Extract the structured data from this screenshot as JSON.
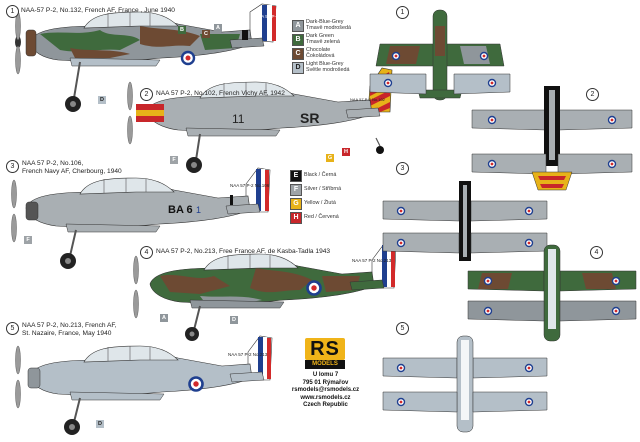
{
  "profiles": [
    {
      "number": "1",
      "caption_lines": [
        "NAA-57 P-2, No.132, French AF, France , June 1940"
      ]
    },
    {
      "number": "2",
      "caption_lines": [
        "NAA 57 P-2, No.102, French Vichy AF, 1942"
      ]
    },
    {
      "number": "3",
      "caption_lines": [
        "NAA 57 P-2, No.106,",
        "French Navy AF, Cherbourg, 1940"
      ]
    },
    {
      "number": "4",
      "caption_lines": [
        "NAA 57 P-2, No.213, Free France AF, de Kasba-Tadla 1943"
      ]
    },
    {
      "number": "5",
      "caption_lines": [
        "NAA 57 P-2, No.213, French AF,",
        "St. Nazaire, France,  May 1940"
      ]
    }
  ],
  "plan_numbers": [
    "1",
    "2",
    "3",
    "4",
    "5"
  ],
  "markings": {
    "tail_1": "NAA 57 P-2 No.132",
    "fuselage_2_number": "11",
    "fuselage_2_code": "SR",
    "tail_2": "NAA 57 P-2 No.102",
    "fuselage_3_code": "BA 6",
    "fuselage_3_roundel": "1",
    "tail_3": "NAA 57 P-2 No.106",
    "tail_4": "NAA 57 P-2 No.213",
    "tail_5": "NAA 57 P-2 No.213"
  },
  "legend_top": [
    {
      "letter": "A",
      "color": "#8f969b",
      "label_en": "Dark-Blue-Grey",
      "label_cz": "Tmavě modrošedá"
    },
    {
      "letter": "B",
      "color": "#3f6a3d",
      "label_en": "Dark Green",
      "label_cz": "Tmavě zelená"
    },
    {
      "letter": "C",
      "color": "#6d4a33",
      "label_en": "Chocolate",
      "label_cz": "Čokoládová"
    },
    {
      "letter": "D",
      "color": "#b4bfc8",
      "label_en": "Light Blue-Grey",
      "label_cz": "Světle modrošedá"
    }
  ],
  "legend_mid": [
    {
      "letter": "E",
      "color": "#111111",
      "label": "Black / Černá"
    },
    {
      "letter": "F",
      "color": "#9ea3a7",
      "label": "Silver / Stříbrná"
    },
    {
      "letter": "G",
      "color": "#e7b219",
      "label": "Yellow / Žlutá"
    },
    {
      "letter": "H",
      "color": "#c8262a",
      "label": "Red / Červená"
    }
  ],
  "colors": {
    "roundel_blue": "#1f3f8f",
    "roundel_red": "#d22a2a",
    "camo_grey": "#8f969b",
    "camo_green": "#3f6a3d",
    "camo_brown": "#6d4a33",
    "underside": "#b4bfc8",
    "silver": "#a9afb3",
    "logo_yellow": "#f0b419"
  },
  "logo": {
    "text": "RS",
    "subtext": "MODELS"
  },
  "address": [
    "U lomu 7",
    "795 01 Rýmařov",
    "rsmodels@rsmodels.cz",
    "www.rsmodels.cz",
    "Czech Republic"
  ]
}
